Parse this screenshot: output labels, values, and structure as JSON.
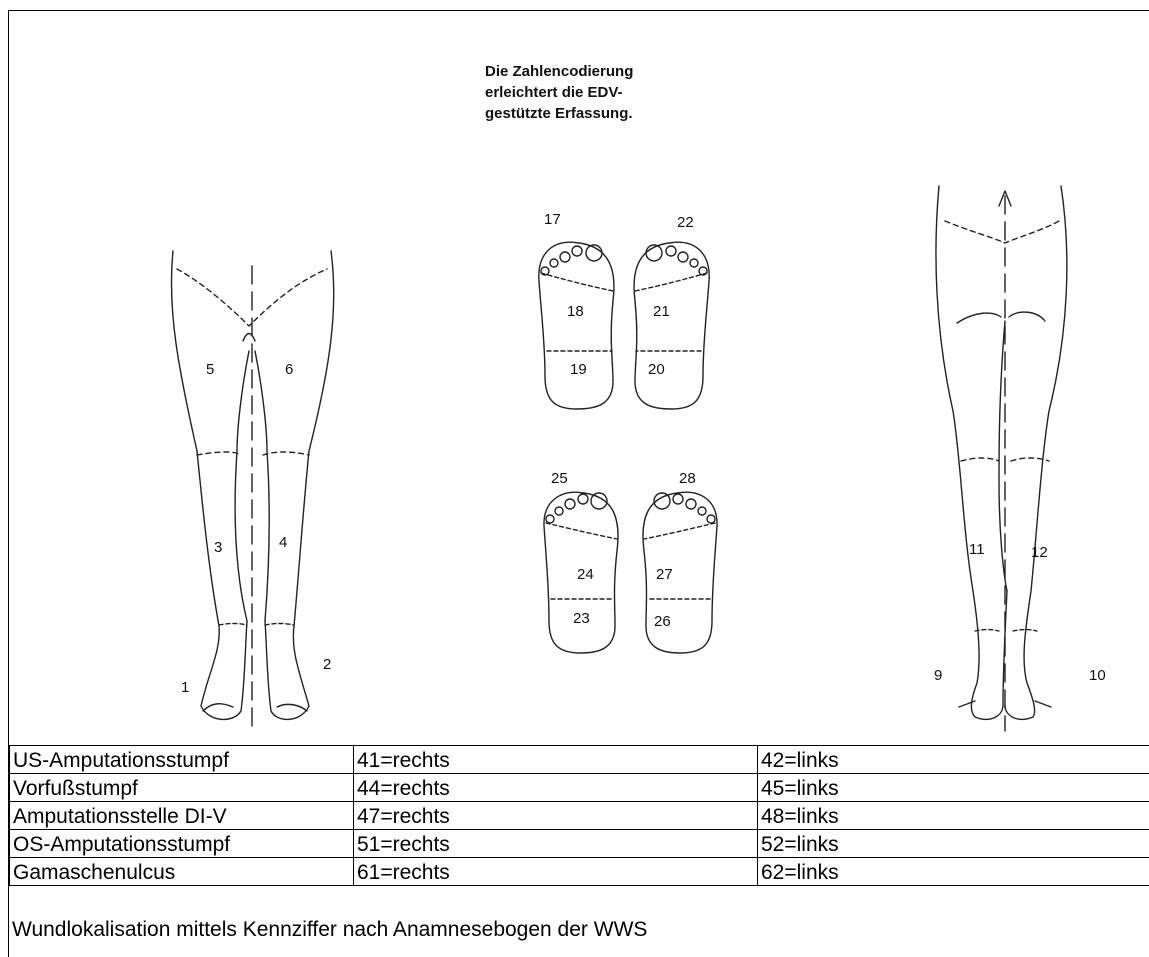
{
  "caption": {
    "line1": "Die Zahlencodierung",
    "line2": "erleichtert die EDV-",
    "line3": "gestützte Erfassung."
  },
  "figure": {
    "front_legs": [
      "1",
      "2",
      "3",
      "4",
      "5",
      "6"
    ],
    "back_legs": [
      "9",
      "10",
      "11",
      "12"
    ],
    "sole_top": [
      "17",
      "18",
      "19",
      "20",
      "21",
      "22"
    ],
    "sole_bottom": [
      "23",
      "24",
      "25",
      "26",
      "27",
      "28"
    ]
  },
  "table": {
    "rows": [
      {
        "site": "US-Amputationsstumpf",
        "right": "41=rechts",
        "left": "42=links"
      },
      {
        "site": "Vorfußstumpf",
        "right": "44=rechts",
        "left": "45=links"
      },
      {
        "site": "Amputationsstelle DI-V",
        "right": "47=rechts",
        "left": "48=links"
      },
      {
        "site": "OS-Amputationsstumpf",
        "right": "51=rechts",
        "left": "52=links"
      },
      {
        "site": "Gamaschenulcus",
        "right": "61=rechts",
        "left": "62=links"
      }
    ]
  },
  "footnote": "Wundlokalisation mittels Kennziffer nach Anamnesebogen der WWS"
}
